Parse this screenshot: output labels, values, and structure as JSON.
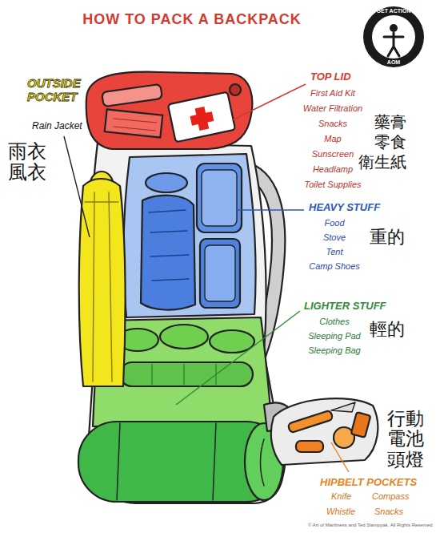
{
  "diagram": {
    "title": "HOW TO PACK A BACKPACK",
    "labels": [
      "GET ACTION",
      "AOM",
      "OUTSIDE POCKET",
      "Rain Jacket",
      "雨衣 風衣",
      "TOP LID",
      "First Aid Kit",
      "Water Filtration",
      "Snacks",
      "Map",
      "Sunscreen",
      "Headlamp",
      "Toilet Supplies",
      "藥膏",
      "零食",
      "衛生紙",
      "HEAVY STUFF",
      "Food",
      "Stove",
      "Tent",
      "Camp Shoes",
      "重的",
      "LIGHTER STUFF",
      "Clothes",
      "Sleeping Pad",
      "Sleeping Bag",
      "輕的",
      "行動 電池 頭燈",
      "HIPBELT POCKETS",
      "Knife",
      "Compass",
      "Whistle",
      "Snacks",
      "© Art of Manliness and Ted Slampyak. All Rights Reserved."
    ]
  }
}
